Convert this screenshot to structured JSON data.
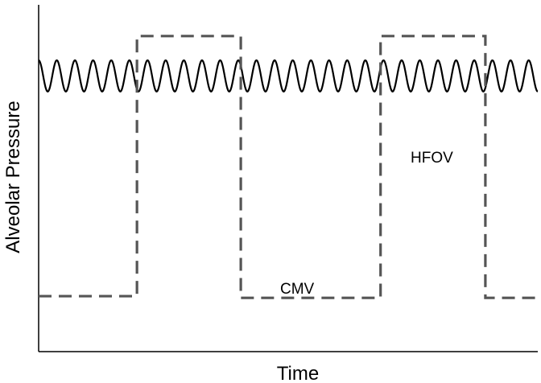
{
  "chart_data": {
    "type": "line",
    "title": "",
    "xlabel": "Time",
    "ylabel": "Alveolar Pressure",
    "xlim": [
      0,
      100
    ],
    "ylim": [
      0,
      100
    ],
    "grid": false,
    "legend": "none",
    "series": [
      {
        "name": "HFOV",
        "style": "solid",
        "color": "#000000",
        "wave": "sine",
        "mean": 79.5,
        "amplitude": 4.5,
        "cycles": 27.5,
        "x": [
          0,
          100
        ]
      },
      {
        "name": "CMV",
        "style": "dashed",
        "color": "#555555",
        "wave": "square",
        "x": [
          0,
          19.7,
          19.7,
          40.5,
          40.5,
          68.5,
          68.5,
          89.5,
          89.5,
          100
        ],
        "y": [
          16,
          16,
          91,
          91,
          15.5,
          15.5,
          91,
          91,
          15.5,
          15.5
        ]
      }
    ]
  }
}
